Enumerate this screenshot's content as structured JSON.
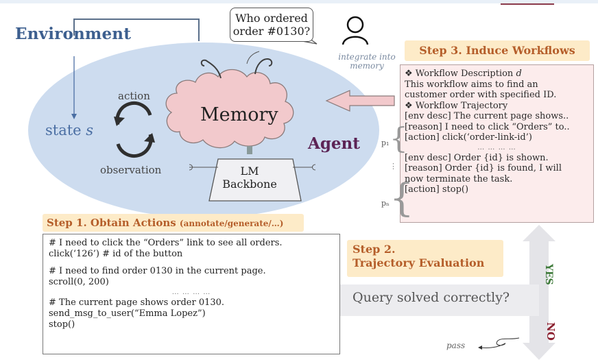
{
  "environment": {
    "title": "Environment",
    "state_label": "state",
    "state_var": "s",
    "action_label": "action",
    "observation_label": "observation"
  },
  "agent": {
    "title": "Agent",
    "memory_label": "Memory",
    "lm_backbone_label": [
      "LM",
      "Backbone"
    ],
    "icons": [
      "refresh-cycle-icon",
      "cloud-memory-icon",
      "user-icon"
    ]
  },
  "user_query": {
    "lines": [
      "Who ordered",
      "order #0130?"
    ]
  },
  "integrate": {
    "lines": [
      "integrate into",
      "memory"
    ]
  },
  "step3": {
    "header": "Step 3. Induce Workflows",
    "description_heading": "Workflow Description",
    "description_var": "d",
    "description_text": [
      "This workflow aims to find an",
      "customer order with specified ID."
    ],
    "trajectory_heading": "Workflow Trajectory",
    "p1_label": "p₁",
    "pn_label": "pₙ",
    "p1_lines": [
      "[env desc] The current page shows..",
      "[reason] I need to click “Orders” to..",
      "[action] click(‘order-link-id’)"
    ],
    "ellipsis": "… … … …",
    "pn_lines": [
      "[env desc] Order {id} is shown.",
      "[reason] Order {id} is found, I will",
      "now terminate the task.",
      "[action] stop()"
    ]
  },
  "step1": {
    "header": "Step 1. Obtain Actions",
    "header_sub": "(annotate/generate/…)",
    "code_blocks": [
      [
        "# I need to click the “Orders” link to see all orders.",
        "click(‘126’) # id of the button"
      ],
      [
        "# I need to find order 0130 in the current page.",
        "scroll(0, 200)"
      ]
    ],
    "ellipsis": "… … … …",
    "final_block": [
      "# The current page shows order 0130.",
      "send_msg_to_user(“Emma Lopez”)",
      "stop()"
    ]
  },
  "step2": {
    "header_line1": "Step 2.",
    "header_line2": "Trajectory Evaluation",
    "question": "Query solved correctly?",
    "yes_label": "YES",
    "no_label": "NO",
    "pass_label": "pass"
  },
  "colors": {
    "environment_blue": "#3d5f8f",
    "ellipse_fill": "#cddcef",
    "memory_pink": "#f2c9cc",
    "agent_purple": "#5c2455",
    "step_header_bg": "#fdebc8",
    "step_header_text": "#b55e2a",
    "workflow_box_bg": "#fcecec",
    "yes_green": "#3e7a3a",
    "no_red": "#8c2030"
  }
}
